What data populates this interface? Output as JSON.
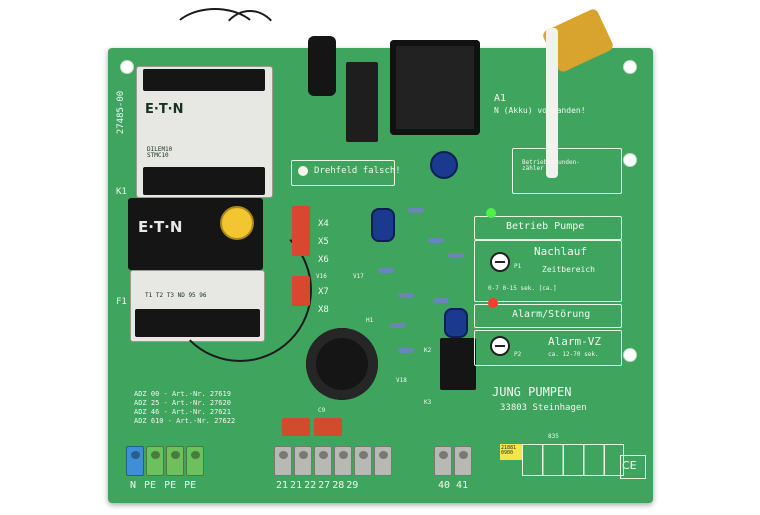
{
  "board": {
    "part_no": "27485-00",
    "k1_label": "K1",
    "f1_label": "F1",
    "a1_label": "A1",
    "a1_note": "N (Akku)  vorhanden!",
    "betrieb_note": "Betriebsstunden-\nzähler",
    "drehfeld": "Drehfeld falsch!",
    "betrieb_pumpe": "Betrieb Pumpe",
    "nachlauf": "Nachlauf",
    "zeitbereich": "Zeitbereich",
    "nachlauf_range": "0-7    0-15 sek.  [ca.]",
    "alarm_stoerung": "Alarm/Störung",
    "alarm_vz": "Alarm-VZ",
    "alarm_range": "ca. 12-70 sek.",
    "brand": "JUNG PUMPEN",
    "address": "33803 Steinhagen",
    "ce_mark": "CE",
    "terminal_ids": [
      "X4",
      "X5",
      "X6",
      "X7",
      "X8"
    ],
    "p1_label": "P1",
    "p2_label": "P2",
    "v_labels": [
      "V16",
      "V17"
    ],
    "k3_label": "K3",
    "h_label": "H1",
    "k2_label": "K2",
    "c9_label": "C9",
    "v18_label": "V18",
    "grid_label": "835",
    "sticker": "21881\n0900",
    "adz_rows": [
      {
        "model": "ADZ  00",
        "art": "- Art.-Nr. 27619"
      },
      {
        "model": "ADZ  25",
        "art": "- Art.-Nr. 27620"
      },
      {
        "model": "ADZ  46",
        "art": "- Art.-Nr. 27621"
      },
      {
        "model": "ADZ 610",
        "art": "- Art.-Nr. 27622"
      }
    ],
    "left_terminals": [
      "N",
      "PE",
      "PE",
      "PE"
    ],
    "mid_terminals": [
      "21",
      "21",
      "22",
      "27",
      "28",
      "29"
    ],
    "right_terminals": [
      "40",
      "41"
    ]
  },
  "contactor": {
    "brand": "E·T·N",
    "model": "DILEM10\nSTMC10"
  },
  "relay": {
    "brand": "E·T·N",
    "labels": [
      "T1",
      "T2",
      "T3",
      "ND",
      "95 96"
    ]
  },
  "colors": {
    "pcb": "#3fa45e",
    "silkscreen": "#f2f8f2",
    "terminal_blue": "#3f8fd6",
    "terminal_green": "#6fbf5e",
    "terminal_gray": "#b9b9b4",
    "led_green": "#4ef04a",
    "led_red": "#ff3a2e"
  }
}
